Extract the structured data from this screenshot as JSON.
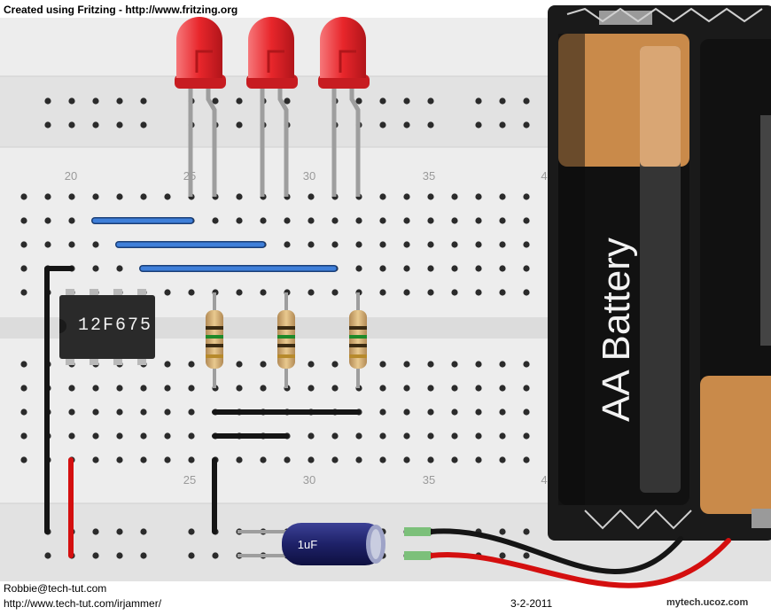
{
  "header": {
    "credit": "Created using Fritzing - http://www.fritzing.org"
  },
  "footer": {
    "email": "Robbie@tech-tut.com",
    "url": "http://www.tech-tut.com/irjammer/",
    "date": "3-2-2011",
    "site": "mytech.ucoz.com"
  },
  "breadboard": {
    "column_numbers_top": [
      "20",
      "25",
      "30",
      "35",
      "4"
    ],
    "column_numbers_bottom": [
      "25",
      "30",
      "35",
      "4"
    ]
  },
  "components": {
    "chip_label": "12F675",
    "capacitor_label": "1uF",
    "battery_label": "AA Battery",
    "led_count": 3,
    "resistor_count": 3
  },
  "colors": {
    "breadboard": "#e4e4e4",
    "hole": "#2b2b2b",
    "hole_highlight": "#9ee39a",
    "wire_blue": "#3f7fd9",
    "wire_black": "#151515",
    "wire_red": "#d40f0f",
    "led_red": "#e8262b",
    "battery_holder": "#1a1a1a",
    "battery_orange": "#c98a4a",
    "capacitor": "#1e2168"
  }
}
